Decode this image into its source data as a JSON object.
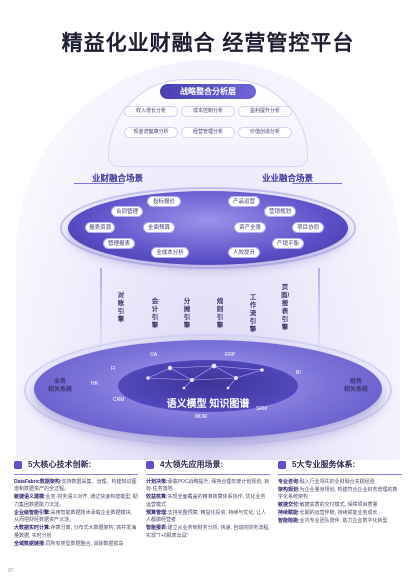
{
  "title": "精益化业财融合 经营管控平台",
  "strategy": {
    "title": "战略整合分析层",
    "items": [
      "收入增长分析",
      "成本控制分析",
      "盈利提升分析",
      "现金流健康分析",
      "经营管理分析",
      "价值创造分析"
    ]
  },
  "scenes": {
    "left_title": "业财融合场景",
    "right_title": "业业融合场景",
    "left_items": [
      "投标报价",
      "合同管理",
      "报表资源",
      "全面预算",
      "管理报表",
      "全成本分析"
    ],
    "right_items": [
      "产品运营",
      "营销规划",
      "资产全景",
      "项目协同",
      "人效提升",
      "产销平衡"
    ]
  },
  "engines": [
    "对账引擎",
    "会计引擎",
    "分摊引擎",
    "规则引擎",
    "工作流引擎",
    "页面/报表引擎"
  ],
  "side": {
    "left": "业务\n相关系统",
    "right": "财务\n相关系统"
  },
  "base": {
    "title": "语义模型 知识图谱",
    "segments": [
      "OA",
      "FI",
      "HR",
      "CRM",
      "MDM",
      "SRM",
      "BI",
      "ERP"
    ]
  },
  "columns": [
    {
      "heading": "5大核心技术创新:",
      "items": [
        {
          "k": "DataFabric数据架构:",
          "v": "支持数据采集、治理、构建知识图谱和数据资产的全过程。"
        },
        {
          "k": "敏捷语义建模:",
          "v": "业务·财务语义对齐, 通过快速构建模型, 助力集团数据能力沉淀。"
        },
        {
          "k": "企业级智能引擎:",
          "v": "采用智能数据技术承载企业数据模块, 从而把财经数据资产沉淀。"
        },
        {
          "k": "大数据实时计算:",
          "v": "存算分离, 分布式大数据架构, 高并发海量数据, 实时分析"
        },
        {
          "k": "全域数据链接:",
          "v": "同所有类型数据整合, 消除数据孤岛"
        }
      ]
    },
    {
      "heading": "4大领先应用场景:",
      "items": [
        {
          "k": "计划决策:",
          "v": "承载POC战略提升, 保持合理年度计划规划, 目标·任务落地"
        },
        {
          "k": "效益核算:",
          "v": "实现全面覆盖的精准核算体系协作, 优化业务运营模式"
        },
        {
          "k": "预算管理:",
          "v": "支持完整预算, 精益化投资, 持续与优化, 让人人都做经营者"
        },
        {
          "k": "智能报表:",
          "v": "建立从业务到财务分析, 快速, 自动的财务流程, 实现\"T+0报表出具\""
        }
      ]
    },
    {
      "heading": "5大专业服务体系:",
      "items": [
        {
          "k": "专业咨询:",
          "v": "融入行业领先的业财融合实践经验"
        },
        {
          "k": "架构规划:",
          "v": "为企业量身规划, 构建符合企业财务管理的数字化系统架构"
        },
        {
          "k": "敏捷交付:",
          "v": "敏捷高质的交付模式, 保障项目质量"
        },
        {
          "k": "持续赋能:",
          "v": "长期的运营伴随, 持续赋能业务成长"
        },
        {
          "k": "智能陪跑:",
          "v": "业内专业团队陪伴, 助力企业数字化转型"
        }
      ]
    }
  ],
  "page_number": "97"
}
